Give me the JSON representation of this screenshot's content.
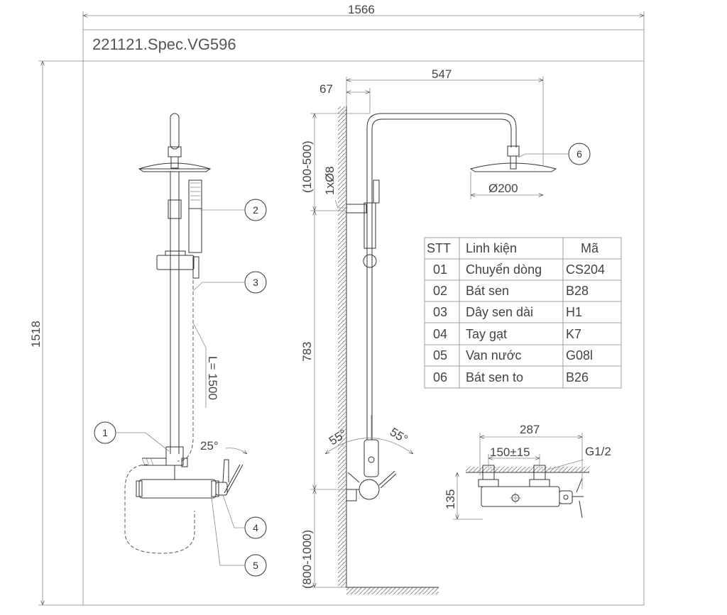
{
  "drawing": {
    "title": "221121.Spec.VG596",
    "overall_width": "1566",
    "overall_height": "1518"
  },
  "front_view": {
    "hose_length": "L= 1500",
    "lever_angle": "25°",
    "callouts": [
      "1",
      "2",
      "3",
      "4",
      "5"
    ]
  },
  "side_view": {
    "wall_offset": "67",
    "arm_reach": "547",
    "head_adjust": "(100-500)",
    "holder_hole": "1xØ8",
    "pipe_length": "783",
    "mount_height": "(800-1000)",
    "head_diameter": "Ø200",
    "swivel_left": "55°",
    "swivel_right": "55°",
    "callout_head": "6"
  },
  "valve_view": {
    "width": "287",
    "center_distance": "150±15",
    "thread": "G1/2",
    "height": "135"
  },
  "parts_table": {
    "headers": [
      "STT",
      "Linh kiện",
      "Mã"
    ],
    "rows": [
      [
        "01",
        "Chuyển dòng",
        "CS204"
      ],
      [
        "02",
        "Bát sen",
        "B28"
      ],
      [
        "03",
        "Dây sen dài",
        "H1"
      ],
      [
        "04",
        "Tay gạt",
        "K7"
      ],
      [
        "05",
        "Van nước",
        "G08l"
      ],
      [
        "06",
        "Bát sen to",
        "B26"
      ]
    ]
  }
}
